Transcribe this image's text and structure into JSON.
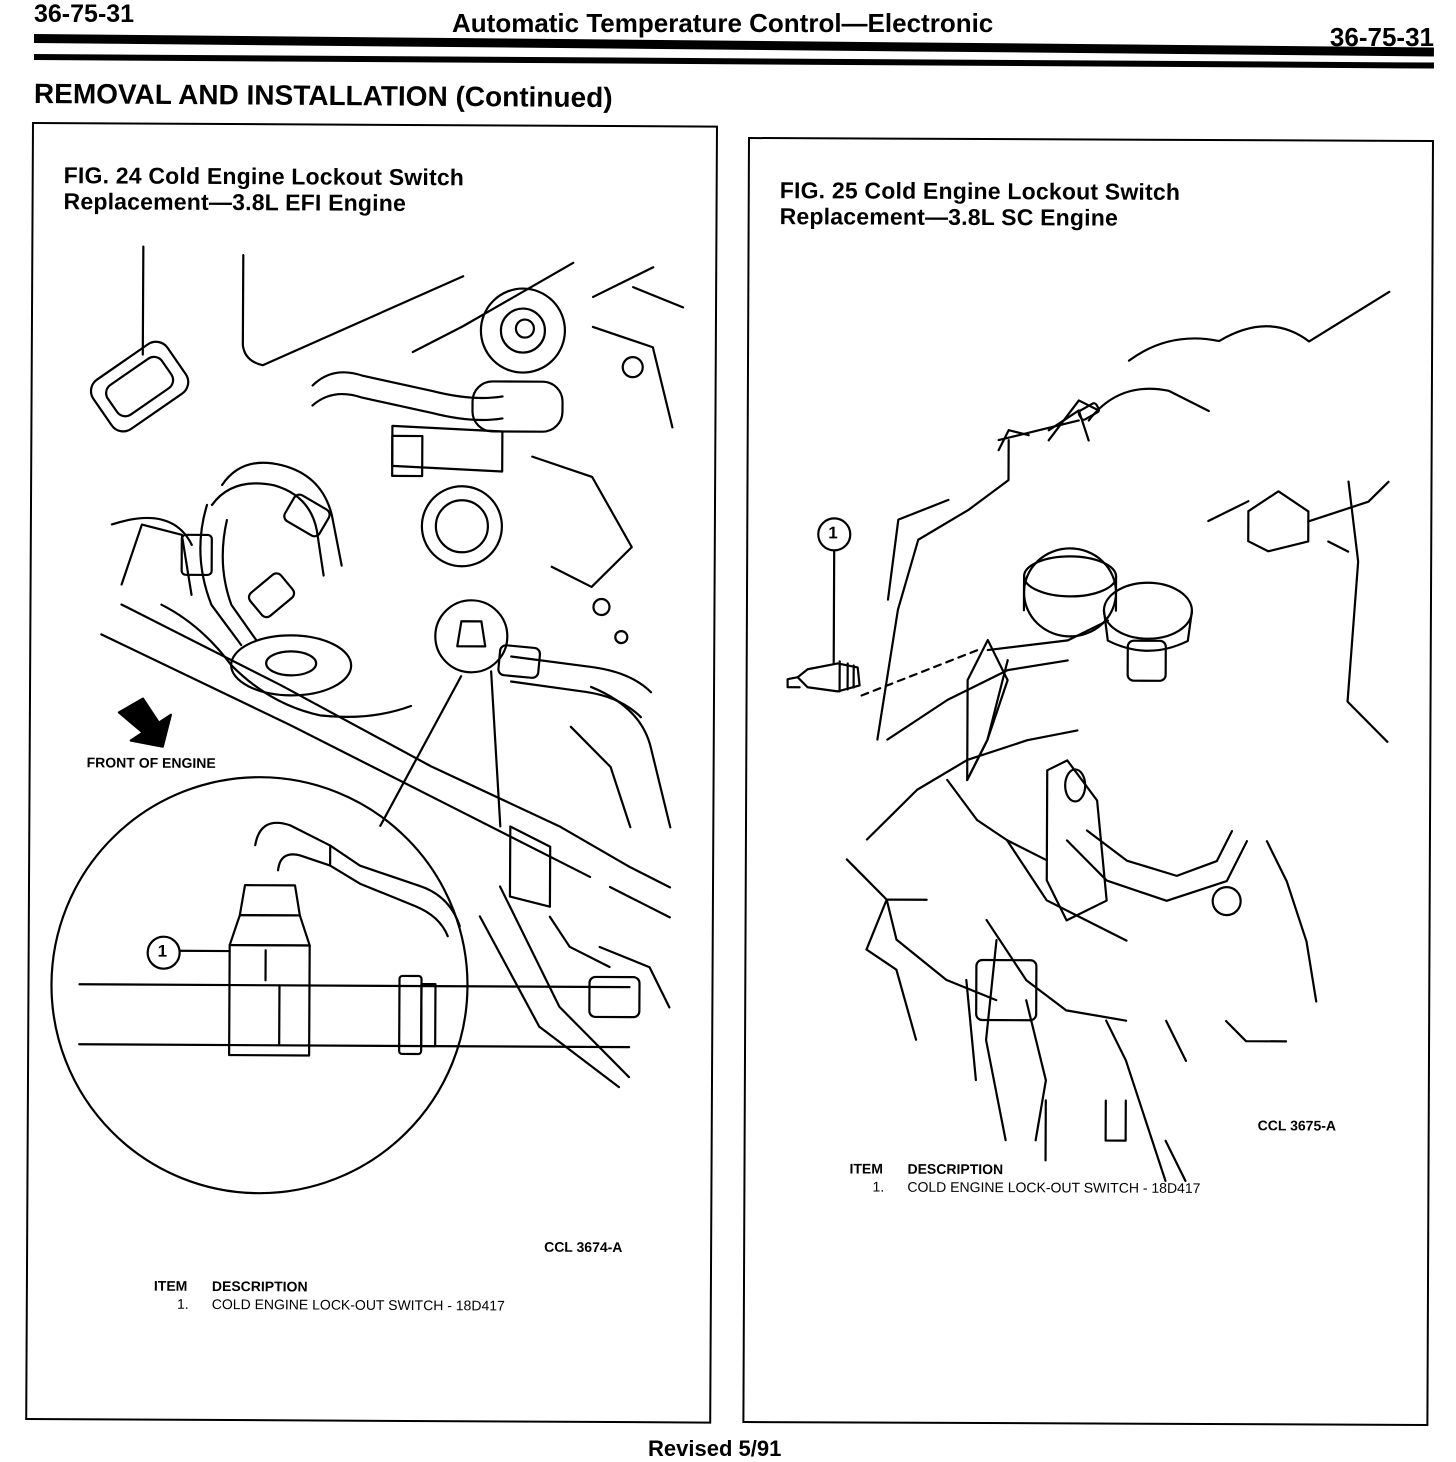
{
  "header": {
    "left_code": "36-75-31",
    "title": "Automatic Temperature Control—Electronic",
    "right_code": "36-75-31"
  },
  "section_title": "REMOVAL AND INSTALLATION (Continued)",
  "figures": [
    {
      "title_line1": "FIG. 24 Cold Engine Lockout Switch",
      "title_line2": "Replacement—3.8L EFI Engine",
      "front_label": "FRONT OF ENGINE",
      "callout": "1",
      "code": "CCL 3674-A",
      "legend_header_item": "ITEM",
      "legend_header_desc": "DESCRIPTION",
      "legend_item_num": "1.",
      "legend_item_desc": "COLD ENGINE LOCK-OUT SWITCH - 18D417"
    },
    {
      "title_line1": "FIG. 25 Cold Engine Lockout Switch",
      "title_line2": "Replacement—3.8L SC Engine",
      "callout": "1",
      "code": "CCL 3675-A",
      "legend_header_item": "ITEM",
      "legend_header_desc": "DESCRIPTION",
      "legend_item_num": "1.",
      "legend_item_desc": "COLD ENGINE LOCK-OUT SWITCH - 18D417"
    }
  ],
  "footer": "Revised 5/91"
}
